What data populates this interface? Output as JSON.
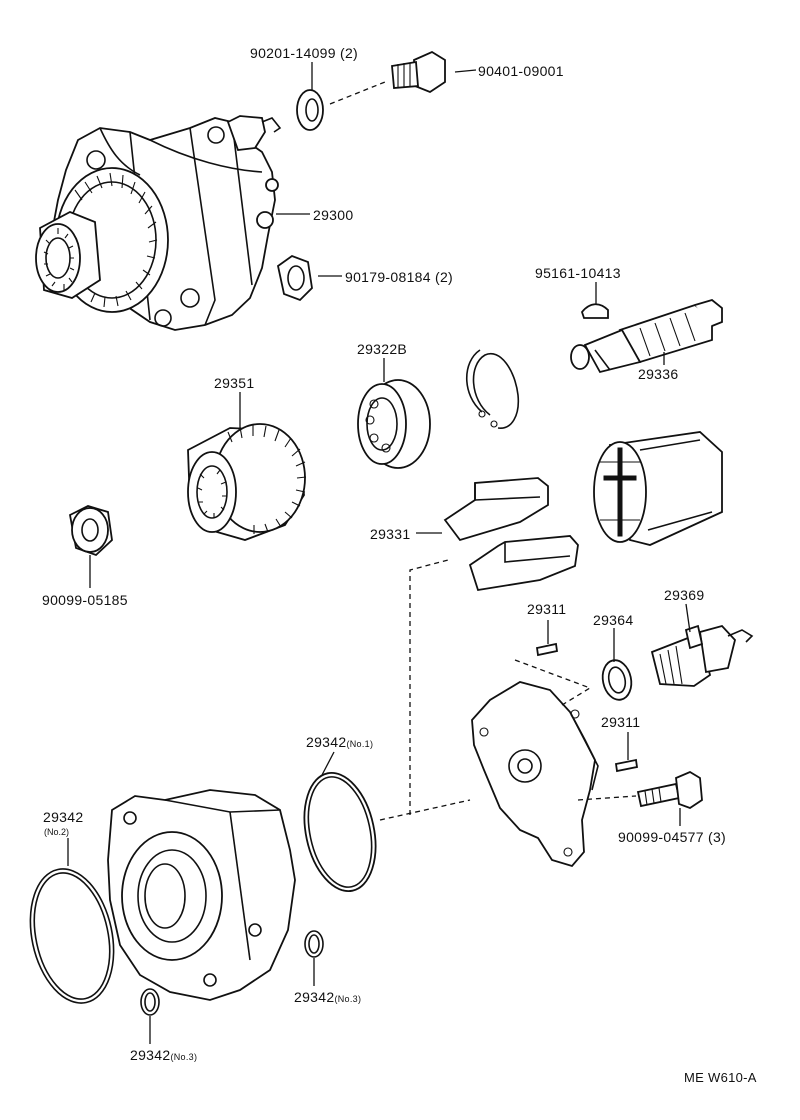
{
  "labels": {
    "p90201": "90201-14099 (2)",
    "p90401": "90401-09001",
    "p29300": "29300",
    "p90179": "90179-08184 (2)",
    "p95161": "95161-10413",
    "p29322b": "29322B",
    "p29336": "29336",
    "p29351": "29351",
    "p29331": "29331",
    "p90099a": "90099-05185",
    "p29311a": "29311",
    "p29364": "29364",
    "p29369": "29369",
    "p29311b": "29311",
    "p29342n1": "29342",
    "p29342n1_sub": "(No.1)",
    "p29342n2": "29342",
    "p29342n2_sub": "(No.2)",
    "p29342n3a": "29342",
    "p29342n3a_sub": "(No.3)",
    "p29342n3b": "29342",
    "p29342n3b_sub": "(No.3)",
    "p90099b": "90099-04577 (3)",
    "code": "ME W610-A"
  }
}
